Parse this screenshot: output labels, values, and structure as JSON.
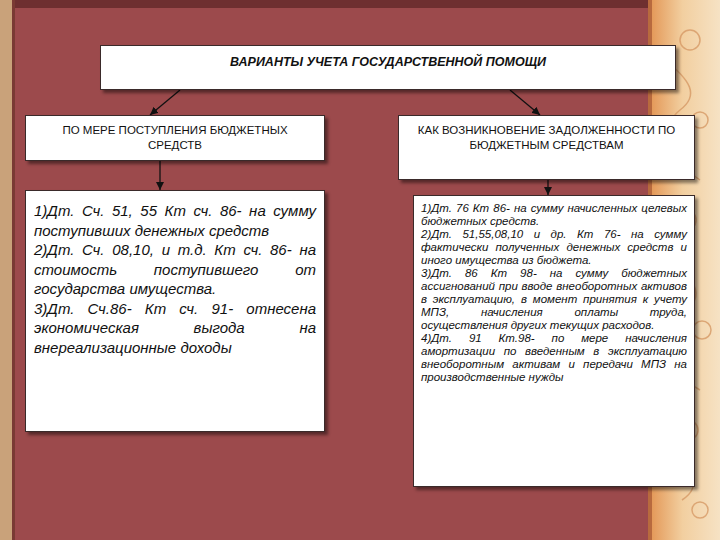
{
  "diagram": {
    "nodes": [
      {
        "text": [
          "ВАРИАНТЫ УЧЕТА ГОСУДАРСТВЕННОЙ ПОМОЩИ"
        ]
      },
      {
        "text": [
          "ПО МЕРЕ ПОСТУПЛЕНИЯ БЮДЖЕТНЫХ СРЕДСТВ"
        ]
      },
      {
        "text": [
          "КАК ВОЗНИКНОВЕНИЕ ЗАДОЛЖЕННОСТИ ПО БЮДЖЕТНЫМ СРЕДСТВАМ"
        ]
      },
      {
        "text": [
          "1)Дт. Сч. 51, 55 Кт сч. 86- на сумму поступивших денежных средств",
          "2)Дт. Сч. 08,10, и т.д. Кт сч. 86- на стоимость поступившего от государства имущества.",
          "3)Дт. Сч.86- Кт сч. 91- отнесена экономическая выгода на внереализационные доходы"
        ]
      },
      {
        "text": [
          "1)Дт. 76 Кт 86- на сумму начисленных целевых бюджетных средств.",
          "2)Дт. 51,55,08,10 и др. Кт 76- на сумму фактически полученных денежных средств и иного имущества из бюджета.",
          "3)Дт. 86 Кт 98- на сумму бюджетных ассигнований при вводе внеоборотных активов в эксплуатацию, в момент принятия к учету МПЗ, начисления оплаты труда, осуществления других текущих расходов.",
          "4)Дт. 91 Кт.98- по мере начисления амортизации по введенным в эксплуатацию внеоборотным активам и передачи МПЗ на производственные нужды"
        ]
      }
    ],
    "edges": [
      {
        "from": 0,
        "to": 1,
        "arrow": "to"
      },
      {
        "from": 0,
        "to": 2,
        "arrow": "to"
      },
      {
        "from": 1,
        "to": 3,
        "arrow": "to"
      },
      {
        "from": 2,
        "to": 4,
        "arrow": "to"
      }
    ]
  }
}
